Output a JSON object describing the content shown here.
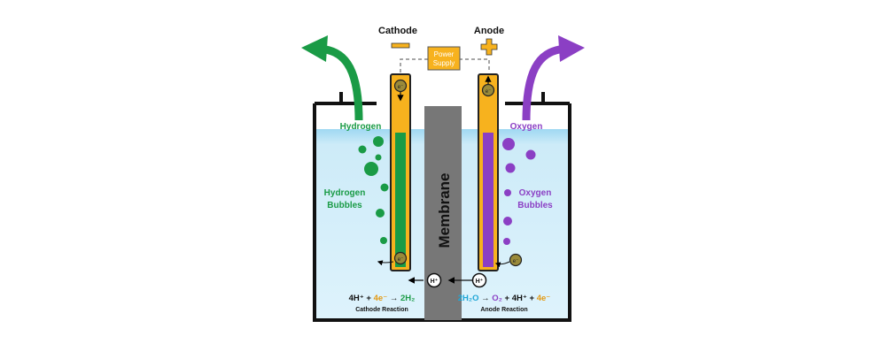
{
  "labels": {
    "cathode": "Cathode",
    "anode": "Anode",
    "power_supply_line1": "Power",
    "power_supply_line2": "Supply",
    "hydrogen": "Hydrogen",
    "oxygen": "Oxygen",
    "hydrogen_bubbles_line1": "Hydrogen",
    "hydrogen_bubbles_line2": "Bubbles",
    "oxygen_bubbles_line1": "Oxygen",
    "oxygen_bubbles_line2": "Bubbles",
    "membrane": "Membrane",
    "electron": "e⁻",
    "proton": "H⁺",
    "cathode_reaction_title": "Cathode Reaction",
    "anode_reaction_title": "Anode Reaction"
  },
  "reactions": {
    "cathode": {
      "reactant1": "4H⁺",
      "plus": " + ",
      "reactant2": "4e⁻",
      "arrow": " → ",
      "product": "2H₂"
    },
    "anode": {
      "reactant": "2H₂O",
      "arrow": " → ",
      "product1": "O₂",
      "plus1": " + ",
      "product2": "4H⁺",
      "plus2": " + ",
      "product3": "4e⁻"
    }
  },
  "colors": {
    "hydrogen_green": "#1a9b46",
    "oxygen_purple": "#8b3fc4",
    "electrode_yellow": "#f7b21e",
    "water_blue": "#d3eefb",
    "membrane_gray": "#777777",
    "water_formula_cyan": "#1fa6d6",
    "electron_orange": "#e39a14"
  }
}
